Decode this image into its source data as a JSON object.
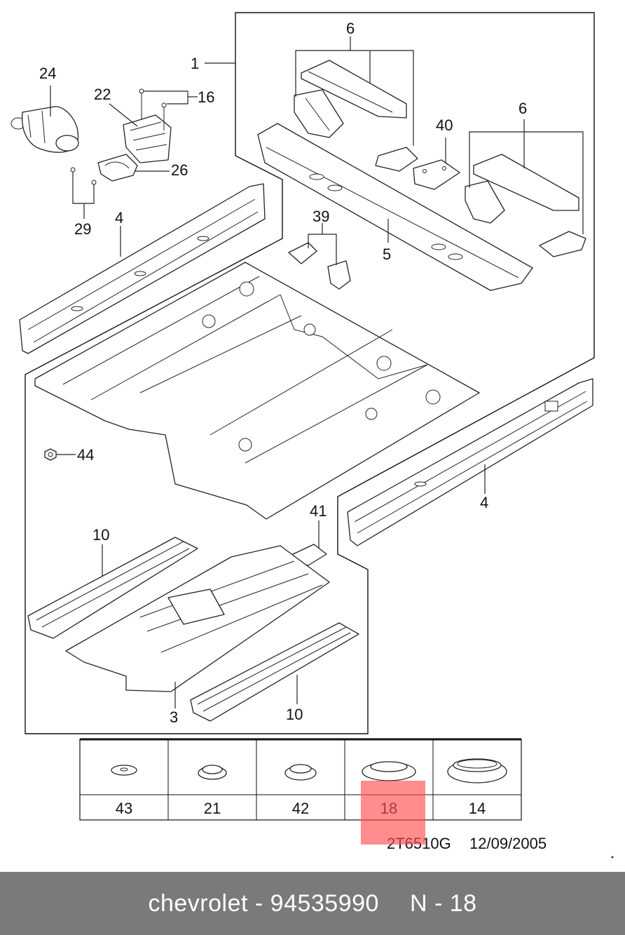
{
  "diagram": {
    "callouts": {
      "c1": "1",
      "c3": "3",
      "c4a": "4",
      "c4b": "4",
      "c5": "5",
      "c6a": "6",
      "c6b": "6",
      "c10a": "10",
      "c10b": "10",
      "c16": "16",
      "c22": "22",
      "c24": "24",
      "c26": "26",
      "c29": "29",
      "c39": "39",
      "c40": "40",
      "c41": "41",
      "c44": "44"
    },
    "grommet_table": [
      "43",
      "21",
      "42",
      "18",
      "14"
    ],
    "drawing_code": "2T6510G",
    "drawing_date": "12/09/2005",
    "highlighted_part": "18"
  },
  "footer": {
    "brand": "chevrolet",
    "separator": " - ",
    "part_number": "94535990",
    "reference": "N - 18"
  }
}
